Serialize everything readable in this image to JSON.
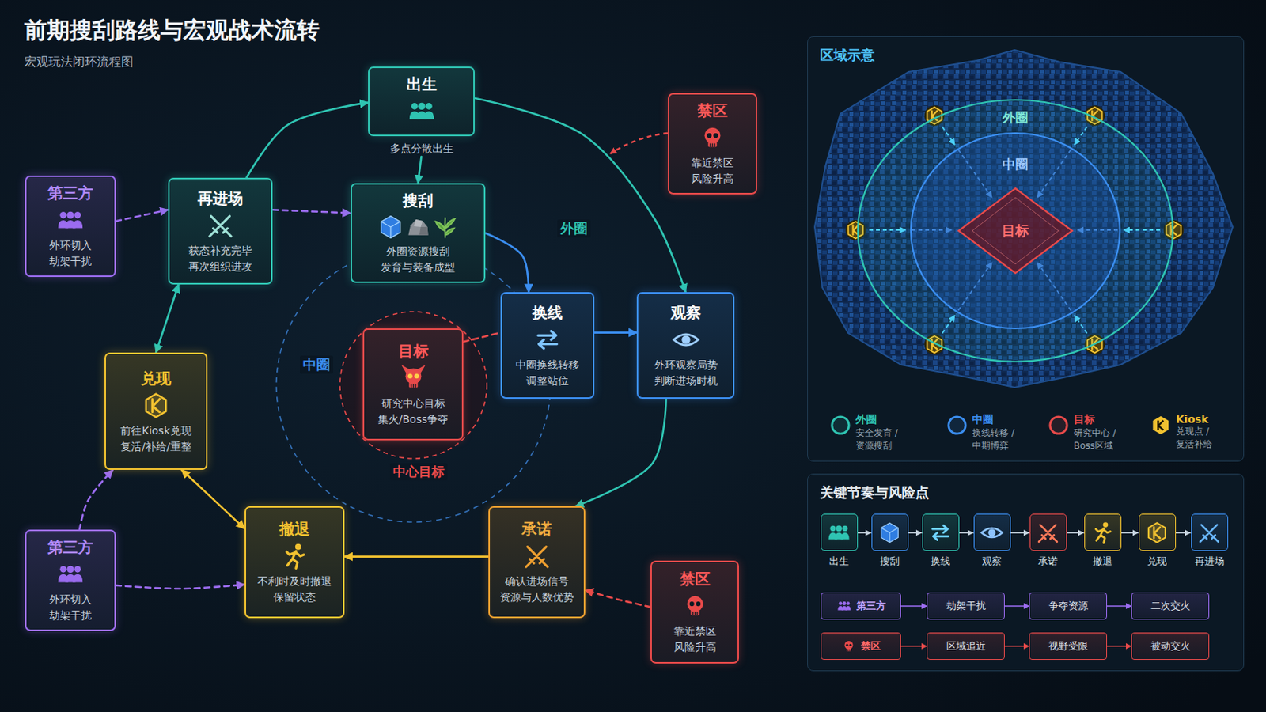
{
  "diagram": {
    "title": "前期搜刮路线与宏观战术流转",
    "caption": "宏观玩法闭环流程图",
    "nodes": [
      {
        "text": [
          "出生",
          "多点分散出生"
        ]
      },
      {
        "text": [
          "禁区",
          "靠近禁区 风险升高"
        ]
      },
      {
        "text": [
          "第三方",
          "外环切入 劫架干扰"
        ]
      },
      {
        "text": [
          "再进场",
          "获态补充完毕 再次组织进攻"
        ]
      },
      {
        "text": [
          "搜刮",
          "外圈资源搜刮 发育与装备成型"
        ]
      },
      {
        "text": [
          "换线",
          "中圈换线转移 调整站位"
        ]
      },
      {
        "text": [
          "观察",
          "外环观察局势 判断进场时机"
        ]
      },
      {
        "text": [
          "目标",
          "研究中心目标 集火/Boss争夺"
        ]
      },
      {
        "text": [
          "兑现",
          "前往Kiosk兑现 复活/补给/重整"
        ]
      },
      {
        "text": [
          "第三方",
          "外环切入 劫架干扰"
        ]
      },
      {
        "text": [
          "撤退",
          "不利时及时撤退 保留状态"
        ]
      },
      {
        "text": [
          "承诺",
          "确认进场信号 资源与人数优势"
        ]
      },
      {
        "text": [
          "禁区",
          "靠近禁区 风险升高"
        ]
      },
      {
        "text": [
          "区域示意"
        ]
      },
      {
        "text": [
          "外圈"
        ],
        "in": 13
      },
      {
        "text": [
          "中圈"
        ],
        "in": 14
      },
      {
        "text": [
          "目标"
        ],
        "in": 15
      },
      {
        "text": [
          "关键节奏与风险点"
        ]
      },
      {
        "text": [
          "出生"
        ],
        "in": 17
      },
      {
        "text": [
          "搜刮"
        ],
        "in": 17
      },
      {
        "text": [
          "换线"
        ],
        "in": 17
      },
      {
        "text": [
          "观察"
        ],
        "in": 17
      },
      {
        "text": [
          "承诺"
        ],
        "in": 17
      },
      {
        "text": [
          "撤退"
        ],
        "in": 17
      },
      {
        "text": [
          "兑现"
        ],
        "in": 17
      },
      {
        "text": [
          "再进场"
        ],
        "in": 17
      },
      {
        "text": [
          "第三方"
        ],
        "in": 17
      },
      {
        "text": [
          "劫架干扰"
        ],
        "in": 17
      },
      {
        "text": [
          "争夺资源"
        ],
        "in": 17
      },
      {
        "text": [
          "二次交火"
        ],
        "in": 17
      },
      {
        "text": [
          "禁区"
        ],
        "in": 17
      },
      {
        "text": [
          "区域追近"
        ],
        "in": 17
      },
      {
        "text": [
          "视野受限"
        ],
        "in": 17
      },
      {
        "text": [
          "被动交火"
        ],
        "in": 17
      }
    ],
    "edges": [
      {
        "from": 0,
        "to": 4,
        "arrow": "to"
      },
      {
        "from": 0,
        "to": 6,
        "arrow": "to"
      },
      {
        "from": 3,
        "to": 0,
        "arrow": "to"
      },
      {
        "from": 2,
        "to": 3,
        "arrow": "to"
      },
      {
        "from": 3,
        "to": 4,
        "arrow": "to"
      },
      {
        "from": 3,
        "to": 8,
        "arrow": "both"
      },
      {
        "from": 4,
        "to": 5,
        "arrow": "to"
      },
      {
        "from": 7,
        "to": 5,
        "arrow": "none"
      },
      {
        "from": 5,
        "to": 6,
        "arrow": "to"
      },
      {
        "from": 6,
        "to": 11,
        "arrow": "to"
      },
      {
        "from": 11,
        "to": 10,
        "arrow": "to"
      },
      {
        "from": 10,
        "to": 8,
        "arrow": "both"
      },
      {
        "from": 9,
        "to": 8,
        "arrow": "to"
      },
      {
        "from": 9,
        "to": 10,
        "arrow": "to"
      },
      {
        "from": 12,
        "to": 11,
        "arrow": "to"
      },
      {
        "from": 18,
        "to": 19,
        "arrow": "to"
      },
      {
        "from": 19,
        "to": 20,
        "arrow": "to"
      },
      {
        "from": 20,
        "to": 21,
        "arrow": "to"
      },
      {
        "from": 21,
        "to": 22,
        "arrow": "to"
      },
      {
        "from": 22,
        "to": 23,
        "arrow": "to"
      },
      {
        "from": 23,
        "to": 24,
        "arrow": "to"
      },
      {
        "from": 24,
        "to": 25,
        "arrow": "to"
      },
      {
        "from": 26,
        "to": 27,
        "arrow": "to"
      },
      {
        "from": 27,
        "to": 28,
        "arrow": "to"
      },
      {
        "from": 28,
        "to": 29,
        "arrow": "to"
      },
      {
        "from": 30,
        "to": 31,
        "arrow": "to"
      },
      {
        "from": 31,
        "to": 32,
        "arrow": "to"
      },
      {
        "from": 32,
        "to": 33,
        "arrow": "to"
      }
    ],
    "labels": [
      "外圈",
      "中圈",
      "中心目标",
      "安全发育 / 资源搜刮",
      "换线转移 / 中期博弈",
      "研究中心 / Boss区域",
      "兑现点 / 复活补给"
    ],
    "legend": [
      {
        "text": "外圈",
        "color": "#2fc4b2"
      },
      {
        "text": "中圈",
        "color": "#3b8ef0"
      },
      {
        "text": "目标",
        "color": "#e84a4a"
      },
      {
        "text": "Kiosk",
        "color": "#f2c230"
      }
    ]
  }
}
